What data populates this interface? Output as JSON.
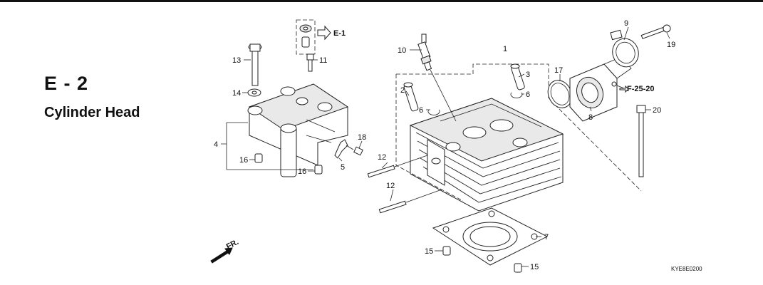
{
  "header": {
    "section_code": "E - 2",
    "section_title": "Cylinder Head"
  },
  "callouts": {
    "c1": "1",
    "c2": "2",
    "c3": "3",
    "c4": "4",
    "c5": "5",
    "c6a": "6",
    "c6b": "6",
    "c7": "7",
    "c8": "8",
    "c9": "9",
    "c10": "10",
    "c11": "11",
    "c12a": "12",
    "c12b": "12",
    "c13": "13",
    "c14": "14",
    "c15a": "15",
    "c15b": "15",
    "c16a": "16",
    "c16b": "16",
    "c17": "17",
    "c18": "18",
    "c19": "19",
    "c20": "20"
  },
  "references": {
    "e1": "E-1",
    "f2520": "F-25-20"
  },
  "front_marker": "FR.",
  "figure_code": "KYE8E0200"
}
